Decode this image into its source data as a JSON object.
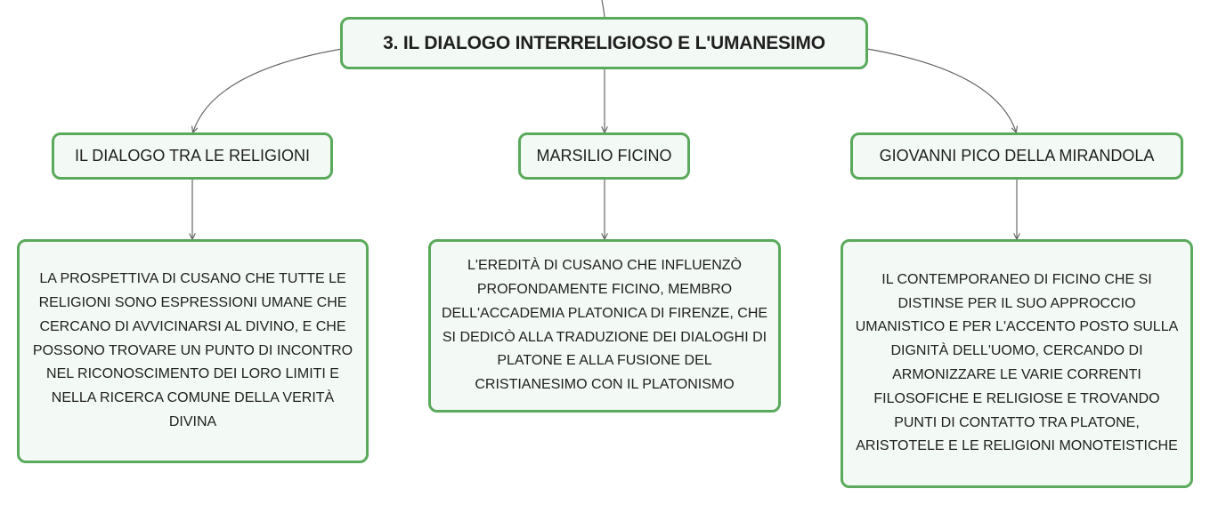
{
  "colors": {
    "node_border": "#5aaa5c",
    "node_fill": "#f3f9f4",
    "connector": "#666666"
  },
  "root": {
    "title": "3. IL DIALOGO INTERRELIGIOSO E L'UMANESIMO"
  },
  "topics": [
    {
      "label": "IL DIALOGO TRA LE RELIGIONI",
      "description": "LA PROSPETTIVA DI CUSANO CHE TUTTE LE RELIGIONI SONO ESPRESSIONI UMANE CHE CERCANO DI AVVICINARSI AL DIVINO, E CHE POSSONO TROVARE UN PUNTO DI INCONTRO NEL RICONOSCIMENTO DEI LORO LIMITI E NELLA RICERCA COMUNE DELLA VERITÀ DIVINA"
    },
    {
      "label": "MARSILIO FICINO",
      "description": "L'EREDITÀ DI CUSANO CHE INFLUENZÒ PROFONDAMENTE FICINO, MEMBRO DELL'ACCADEMIA PLATONICA DI FIRENZE, CHE SI DEDICÒ ALLA TRADUZIONE DEI DIALOGHI DI PLATONE E ALLA FUSIONE DEL CRISTIANESIMO CON IL PLATONISMO"
    },
    {
      "label": "GIOVANNI PICO DELLA MIRANDOLA",
      "description": "IL CONTEMPORANEO DI FICINO CHE SI DISTINSE PER IL SUO APPROCCIO UMANISTICO E PER L'ACCENTO POSTO SULLA DIGNITÀ DELL'UOMO, CERCANDO DI ARMONIZZARE LE VARIE CORRENTI FILOSOFICHE E RELIGIOSE E TROVANDO PUNTI DI CONTATTO TRA PLATONE, ARISTOTELE E LE RELIGIONI MONOTEISTICHE"
    }
  ]
}
